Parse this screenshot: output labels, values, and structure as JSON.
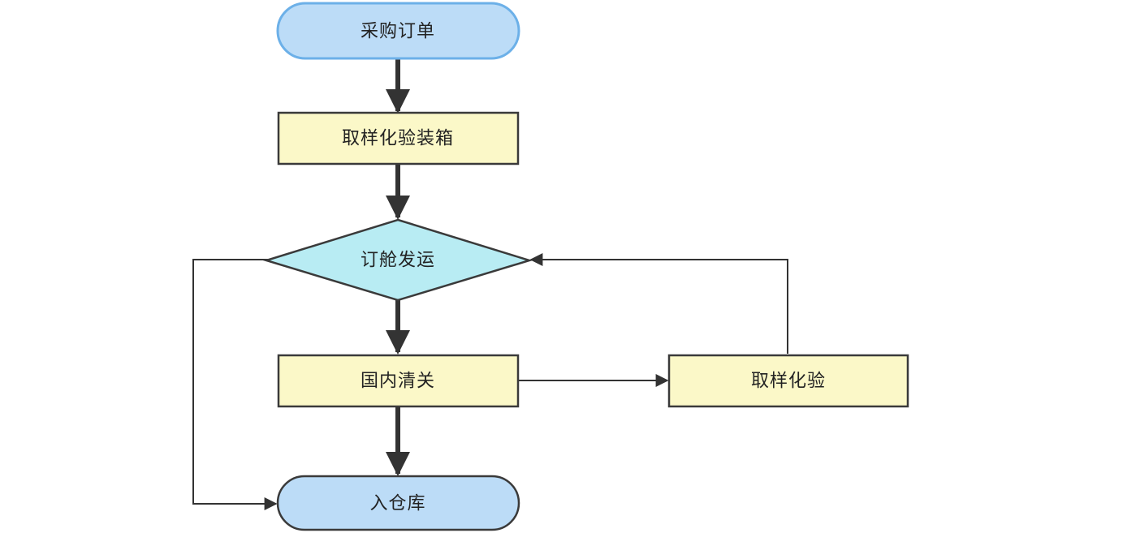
{
  "flowchart": {
    "nodes": {
      "purchase_order": "采购订单",
      "sampling_inspection_packing": "取样化验装箱",
      "booking_shipping": "订舱发运",
      "domestic_customs": "国内清关",
      "sampling_inspection": "取样化验",
      "warehousing": "入仓库"
    },
    "colors": {
      "terminal_fill": "#bcdcf7",
      "terminal_stroke": "#6cb0e8",
      "terminal_stroke_bottom": "#3a3a3a",
      "process_fill": "#fbf8c8",
      "process_stroke": "#3a3a3a",
      "decision_fill": "#b8ecf3",
      "decision_stroke": "#3a3a3a",
      "connector": "#333333"
    }
  }
}
